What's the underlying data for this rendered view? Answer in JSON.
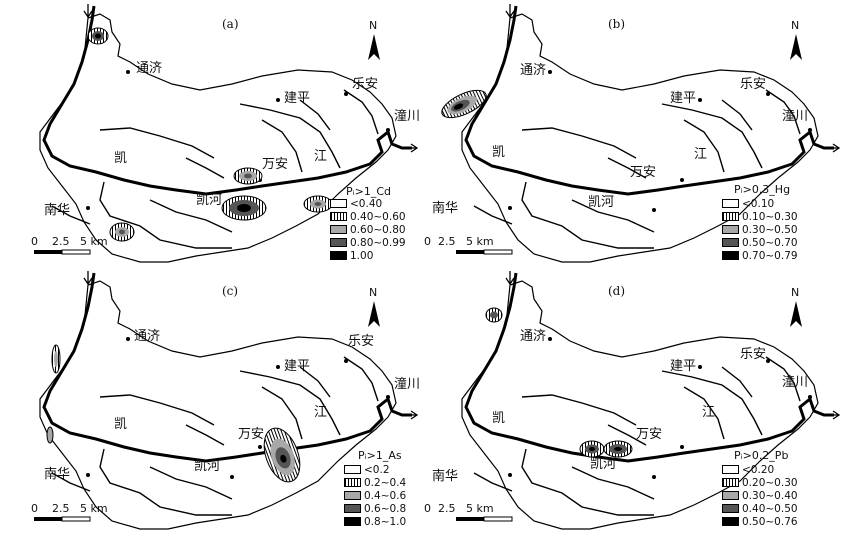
{
  "places": {
    "tongji": "通济",
    "lean": "乐安",
    "jianping": "建平",
    "tongchuan": "潼川",
    "kai": "凯",
    "jiang": "江",
    "wanan": "万安",
    "kaihe": "凯河",
    "nanhua": "南华"
  },
  "north": "N",
  "scale_labels": [
    "0",
    "2.5",
    "5 km"
  ],
  "colors": {
    "white": "#ffffff",
    "hatch": "#ffffff",
    "light": "#a8a8a8",
    "dark": "#555555",
    "black": "#000000"
  },
  "maps": [
    {
      "label": "(a)",
      "legend_title": "Pᵢ>1_Cd",
      "legend": [
        "<0.40",
        "0.40~0.60",
        "0.60~0.80",
        "0.80~0.99",
        "1.00"
      ]
    },
    {
      "label": "(b)",
      "legend_title": "Pᵢ>0.3_Hg",
      "legend": [
        "<0.10",
        "0.10~0.30",
        "0.30~0.50",
        "0.50~0.70",
        "0.70~0.79"
      ]
    },
    {
      "label": "(c)",
      "legend_title": "Pᵢ>1_As",
      "legend": [
        "<0.2",
        "0.2~0.4",
        "0.4~0.6",
        "0.6~0.8",
        "0.8~1.0"
      ]
    },
    {
      "label": "(d)",
      "legend_title": "Pᵢ>0.2_Pb",
      "legend": [
        "<0.20",
        "0.20~0.30",
        "0.30~0.40",
        "0.40~0.50",
        "0.50~0.76"
      ]
    }
  ]
}
